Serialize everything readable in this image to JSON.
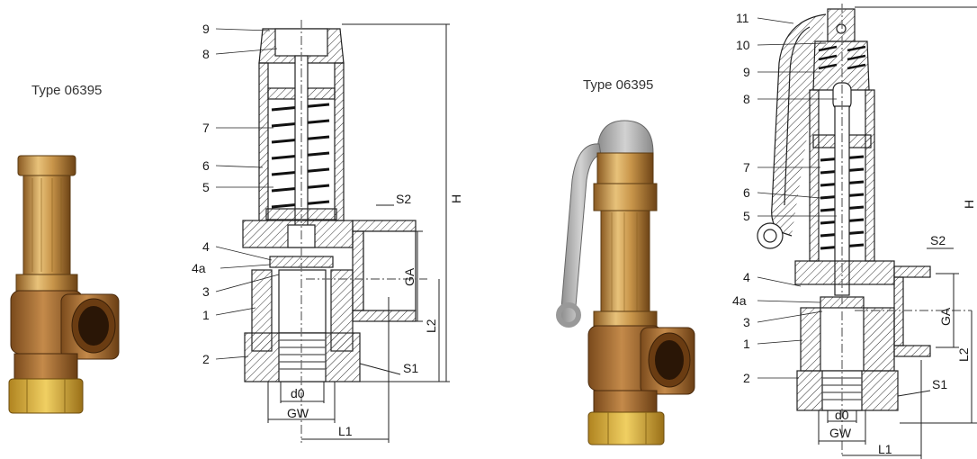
{
  "left": {
    "type_label": "Type 06395",
    "callouts": [
      "9",
      "8",
      "7",
      "6",
      "5",
      "4",
      "4a",
      "3",
      "1",
      "2"
    ],
    "dims": {
      "H": "H",
      "S2": "S2",
      "GA": "GA",
      "L2": "L2",
      "S1": "S1",
      "d0": "d0",
      "GW": "GW",
      "L1": "L1"
    }
  },
  "right": {
    "type_label": "Type 06395",
    "callouts": [
      "11",
      "10",
      "9",
      "8",
      "7",
      "6",
      "5",
      "4",
      "4a",
      "3",
      "1",
      "2"
    ],
    "dims": {
      "H": "H",
      "S2": "S2",
      "GA": "GA",
      "L2": "L2",
      "S1": "S1",
      "d0": "d0",
      "GW": "GW",
      "L1": "L1"
    }
  },
  "colors": {
    "brass": "#c8a059",
    "bronze": "#a8753a",
    "hexnut": "#d9b34a",
    "lever": "#a8a8a8",
    "line": "#222222"
  }
}
